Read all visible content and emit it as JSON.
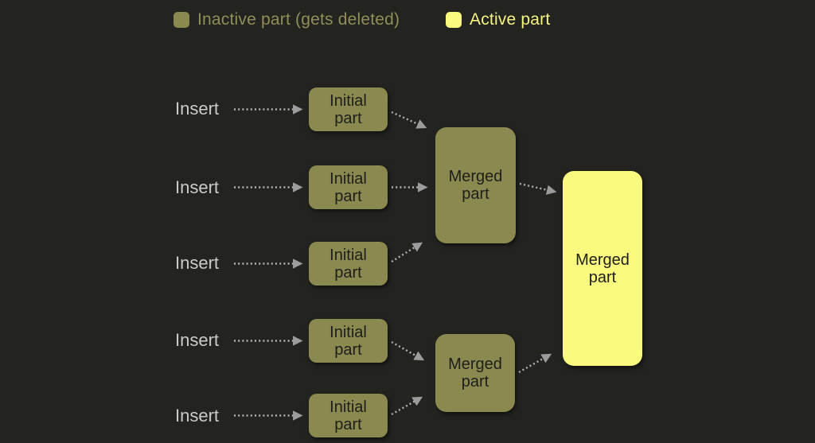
{
  "legend": {
    "items": [
      {
        "label": "Inactive part (gets deleted)",
        "color": "#8a894f"
      },
      {
        "label": "Active part",
        "color": "#fafa7e"
      }
    ]
  },
  "diagram": {
    "rows": [
      {
        "insert_label": "Insert",
        "box": {
          "lines": [
            "Initial",
            "part"
          ],
          "state": "inactive"
        }
      },
      {
        "insert_label": "Insert",
        "box": {
          "lines": [
            "Initial",
            "part"
          ],
          "state": "inactive"
        }
      },
      {
        "insert_label": "Insert",
        "box": {
          "lines": [
            "Initial",
            "part"
          ],
          "state": "inactive"
        }
      },
      {
        "insert_label": "Insert",
        "box": {
          "lines": [
            "Initial",
            "part"
          ],
          "state": "inactive"
        }
      },
      {
        "insert_label": "Insert",
        "box": {
          "lines": [
            "Initial",
            "part"
          ],
          "state": "inactive"
        }
      }
    ],
    "merged": [
      {
        "lines": [
          "Merged",
          "part"
        ],
        "state": "inactive"
      },
      {
        "lines": [
          "Merged",
          "part"
        ],
        "state": "inactive"
      },
      {
        "lines": [
          "Merged",
          "part"
        ],
        "state": "active"
      }
    ]
  },
  "colors": {
    "background": "#232320",
    "inactive_part": "#8a894f",
    "active_part": "#fafa7e",
    "insert_text": "#cbcbcb",
    "box_text": "#1e1e1b",
    "arrow": "#b3b3b3",
    "arrowhead": "#9c9c9c",
    "legend_inactive_text": "#918e58",
    "legend_active_text": "#f6f483"
  }
}
